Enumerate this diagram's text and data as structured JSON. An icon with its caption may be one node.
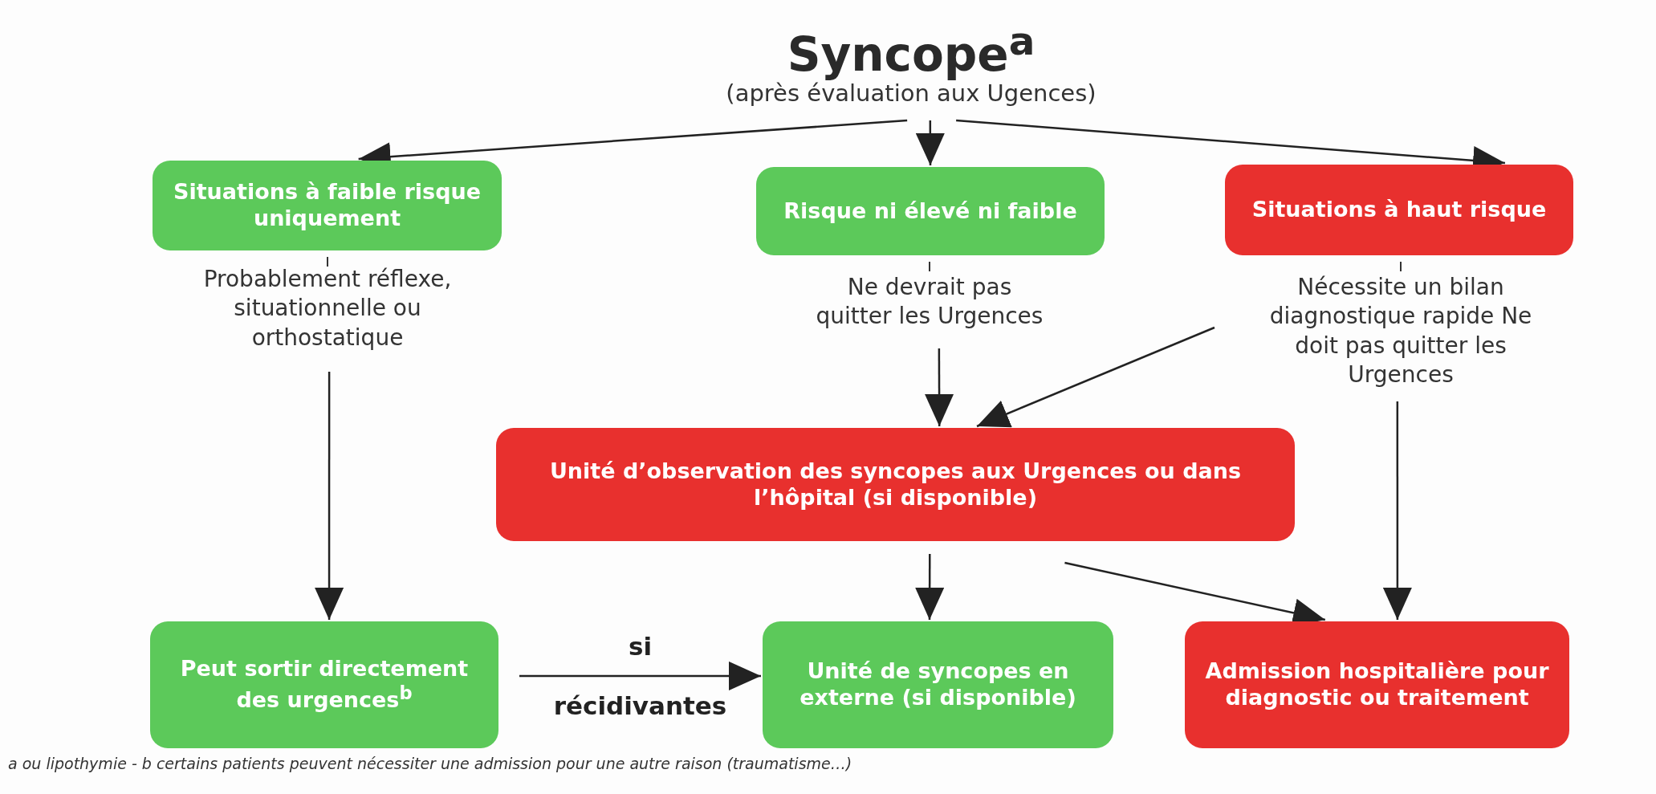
{
  "diagram": {
    "nodes": [
      {
        "text": [
          "Syncope$^{a}$",
          "(après évaluation aux Ugences)"
        ]
      },
      {
        "text": [
          "Situations à faible risque uniquement"
        ],
        "beside": [
          "Probablement réflexe, situationnelle ou orthostatique"
        ]
      },
      {
        "text": [
          "Risque ni élevé ni faible"
        ],
        "beside": [
          "Ne devrait pas quitter les Urgences"
        ]
      },
      {
        "text": [
          "Situations à haut risque"
        ],
        "beside": [
          "Nécessite un bilan diagnostique rapide Ne doit pas quitter les Urgences"
        ]
      },
      {
        "text": [
          "Unité d’observation des syncopes aux Urgences ou dans l’hôpital (si disponible)"
        ]
      },
      {
        "text": [
          "Peut sortir directement des urgences$^{b}$"
        ]
      },
      {
        "text": [
          "Unité de syncopes en externe (si disponible)"
        ]
      },
      {
        "text": [
          "Admission hospitalière pour diagnostic ou traitement"
        ]
      }
    ],
    "edges": [
      {
        "from": 0,
        "to": 1,
        "arrow": "to"
      },
      {
        "from": 0,
        "to": 2,
        "arrow": "to"
      },
      {
        "from": 0,
        "to": 3,
        "arrow": "to"
      },
      {
        "from": 1,
        "to": 5,
        "arrow": "to"
      },
      {
        "from": 2,
        "to": 4,
        "arrow": "to"
      },
      {
        "from": 3,
        "to": 4,
        "arrow": "to"
      },
      {
        "from": 3,
        "to": 7,
        "arrow": "to"
      },
      {
        "from": 4,
        "to": 6,
        "arrow": "to"
      },
      {
        "from": 4,
        "to": 7,
        "arrow": "to"
      },
      {
        "from": 5,
        "to": 6,
        "arrow": "to",
        "label": "si récidivantes"
      }
    ],
    "caption": "a ou lipothymie - b certains patients peuvent nécessiter une admission pour une autre raison (traumatisme…)"
  }
}
